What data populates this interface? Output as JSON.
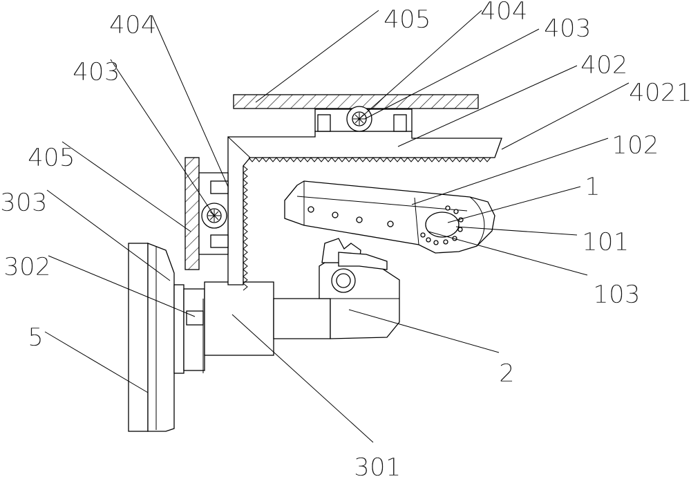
{
  "labels": {
    "l405_top": "405",
    "l404_top": "404",
    "l403_top": "403",
    "l402": "402",
    "l4021": "4021",
    "l102": "102",
    "l1": "1",
    "l101": "101",
    "l103": "103",
    "l2": "2",
    "l301": "301",
    "l5": "5",
    "l302": "302",
    "l303": "303",
    "l405_left": "405",
    "l403_left": "403",
    "l404_left": "404"
  },
  "colors": {
    "line": "#000000",
    "background": "#ffffff"
  }
}
